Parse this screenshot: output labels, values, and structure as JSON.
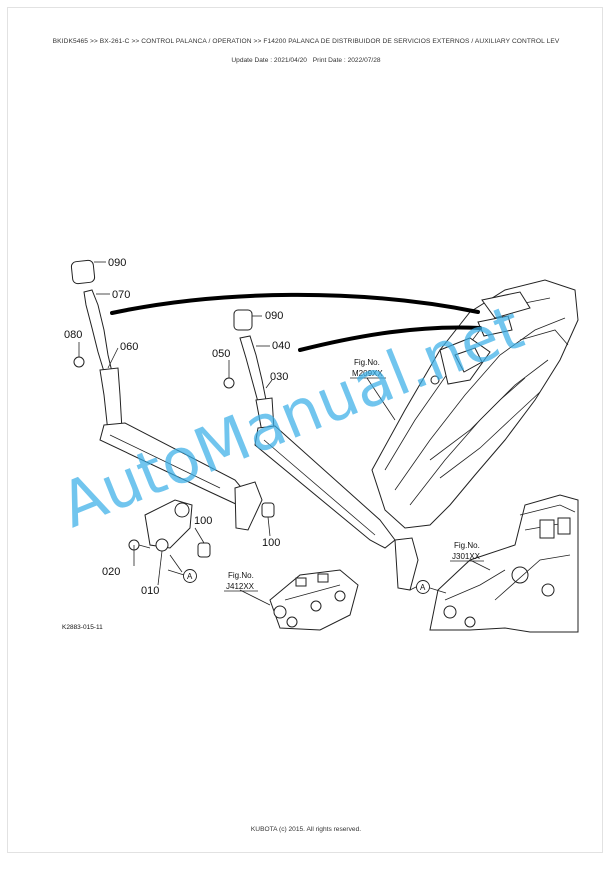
{
  "header": {
    "breadcrumb": "BKIDK5465 >> BX-261-C >> CONTROL PALANCA / OPERATION >> F14200   PALANCA DE DISTRIBUIDOR DE SERVICIOS EXTERNOS / AUXILIARY CONTROL LEV",
    "update_date": "Update Date : 2021/04/20",
    "print_date": "Print Date : 2022/07/28"
  },
  "diagram": {
    "part_labels": [
      "090",
      "070",
      "080",
      "060",
      "090",
      "040",
      "050",
      "030",
      "100",
      "100",
      "020",
      "010"
    ],
    "fig_refs": [
      {
        "title": "Fig.No.",
        "code": "M209XX"
      },
      {
        "title": "Fig.No.",
        "code": "J412XX"
      },
      {
        "title": "Fig.No.",
        "code": "J301XX"
      }
    ],
    "callout_letter": "A",
    "drawing_code": "K2883-015-11"
  },
  "watermark": "AutoManual.net",
  "footer": {
    "copyright": "KUBOTA (c) 2015. All rights reserved."
  }
}
